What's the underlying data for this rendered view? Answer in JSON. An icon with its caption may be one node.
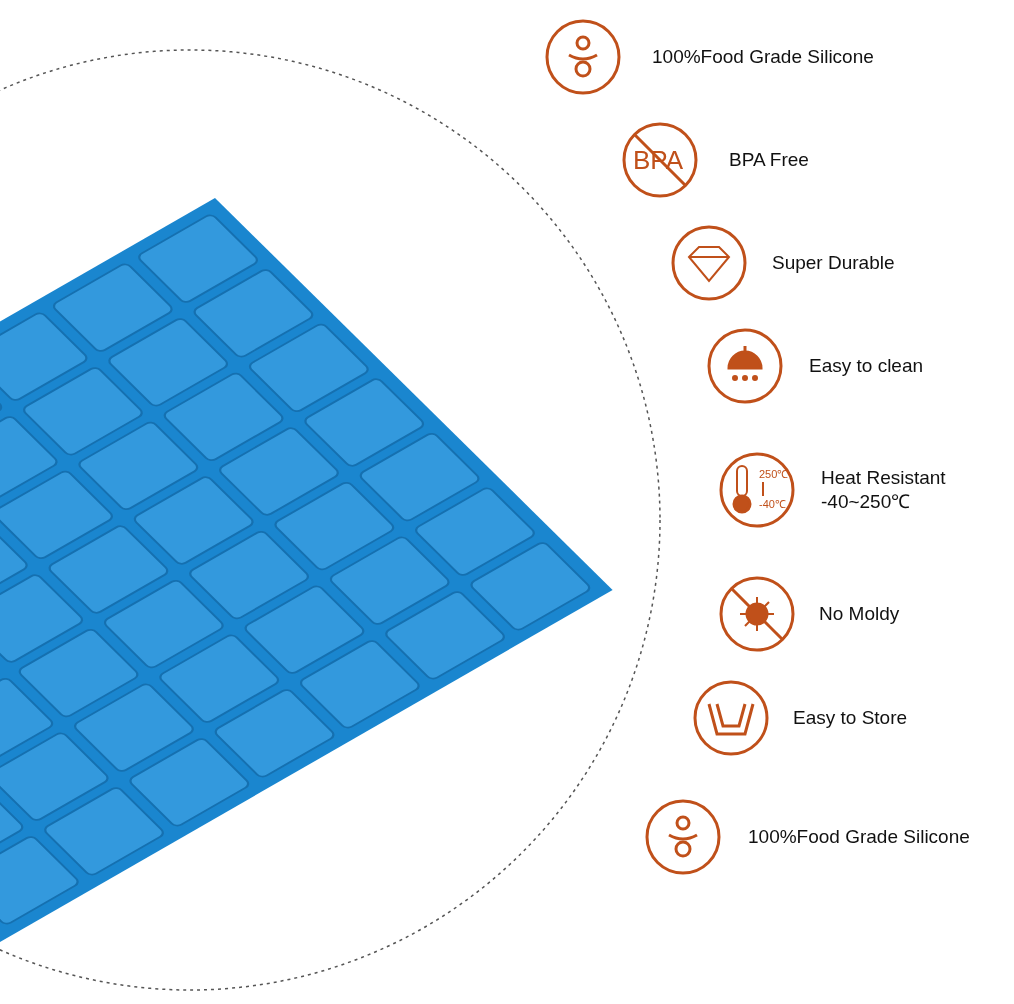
{
  "diagram": {
    "labels": [
      "100%Food Grade Silicone",
      "BPA",
      "BPA Free",
      "Super Durable",
      "Easy to clean",
      "250℃",
      "-40℃",
      "Heat Resistant -40~250℃",
      "No Moldy",
      "Easy to Store",
      "100%Food Grade Silicone"
    ]
  }
}
